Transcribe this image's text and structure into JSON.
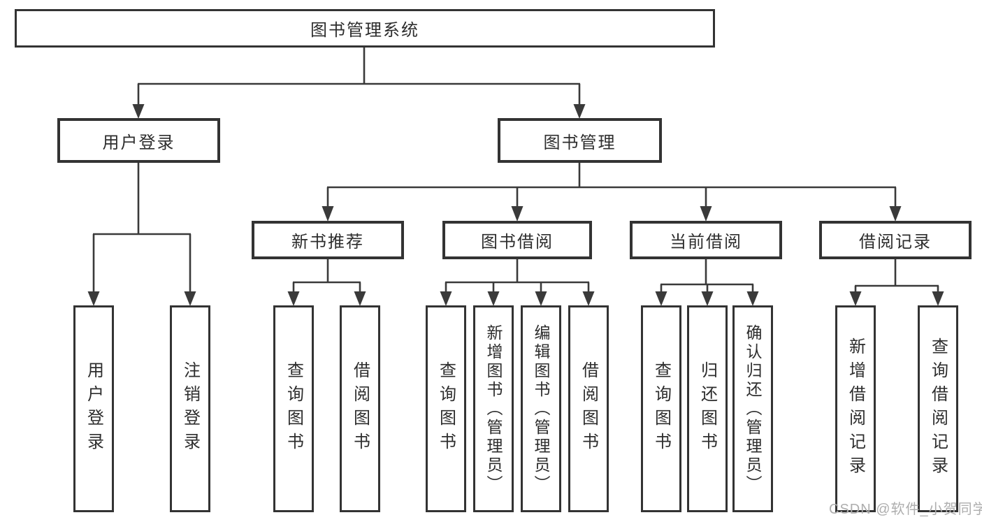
{
  "tree": {
    "root": {
      "label": "图书管理系统",
      "children": [
        {
          "label": "用户登录",
          "children": [
            {
              "label": "用户登录"
            },
            {
              "label": "注销登录"
            }
          ]
        },
        {
          "label": "图书管理",
          "children": [
            {
              "label": "新书推荐",
              "children": [
                {
                  "label": "查询图书"
                },
                {
                  "label": "借阅图书"
                }
              ]
            },
            {
              "label": "图书借阅",
              "children": [
                {
                  "label": "查询图书"
                },
                {
                  "label": "新增图书（管理员）"
                },
                {
                  "label": "编辑图书（管理员）"
                },
                {
                  "label": "借阅图书"
                }
              ]
            },
            {
              "label": "当前借阅",
              "children": [
                {
                  "label": "查询图书"
                },
                {
                  "label": "归还图书"
                },
                {
                  "label": "确认归还（管理员）"
                }
              ]
            },
            {
              "label": "借阅记录",
              "children": [
                {
                  "label": "新增借阅记录"
                },
                {
                  "label": "查询借阅记录"
                }
              ]
            }
          ]
        }
      ]
    }
  },
  "watermark": {
    "text": "CSDN @软件_小贺同学"
  },
  "colors": {
    "line": "#3a3a3a",
    "box_border": "#333333",
    "text": "#2d2d2d",
    "background": "#ffffff",
    "watermark": "#aeaeae"
  }
}
